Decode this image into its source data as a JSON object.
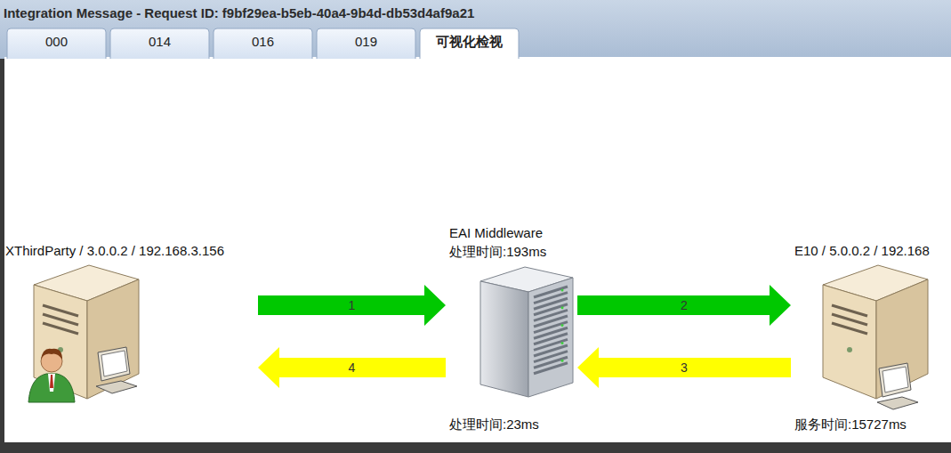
{
  "diagram": {
    "title": "Integration Message - Request ID: f9bf29ea-b5eb-40a4-9b4d-db53d4af9a21",
    "nodes": [
      {
        "text": [
          "XThirdParty / 3.0.0.2 / 192.168.3.156"
        ]
      },
      {
        "text": [
          "EAI Middleware",
          "处理时间:193ms",
          "处理时间:23ms"
        ]
      },
      {
        "text": [
          "E10 / 5.0.0.2 / 192.168",
          "服务时间:15727ms"
        ]
      }
    ],
    "edges": [
      {
        "from": 0,
        "to": 1,
        "arrow": "to",
        "label": "1"
      },
      {
        "from": 1,
        "to": 2,
        "arrow": "to",
        "label": "2"
      },
      {
        "from": 2,
        "to": 1,
        "arrow": "to",
        "label": "3"
      },
      {
        "from": 1,
        "to": 0,
        "arrow": "to",
        "label": "4"
      }
    ],
    "labels": [
      "000",
      "014",
      "016",
      "019",
      "可视化检视"
    ]
  }
}
